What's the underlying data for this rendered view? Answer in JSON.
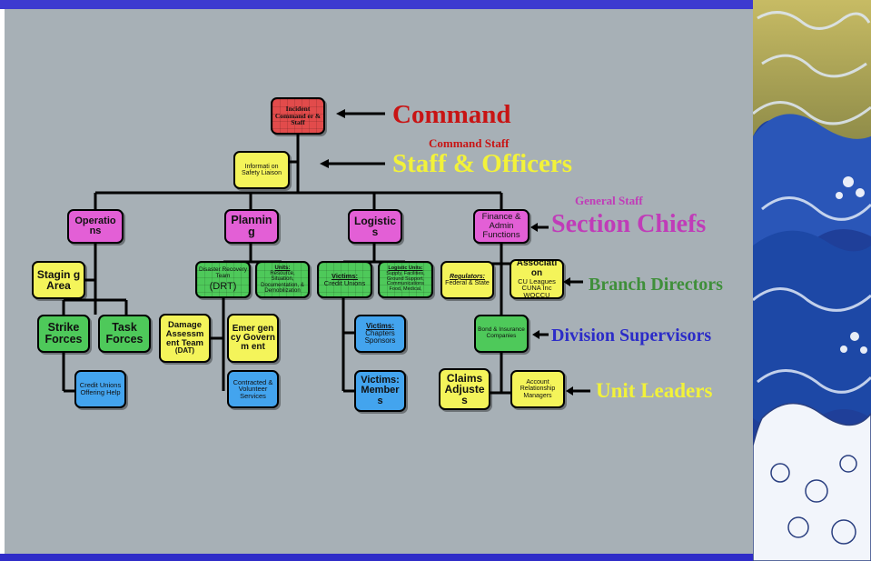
{
  "colors": {
    "slide_bg": "#a7b0b6",
    "top_bar": "#3d3ad0",
    "command": "#e24b4b",
    "section": "#e35fd6",
    "staff": "#f4f45a",
    "branch": "#4ec95a",
    "unit": "#43a4ee",
    "label_command": "#c81414",
    "label_staff": "#f2f23a",
    "label_section": "#c03cb8",
    "label_branch": "#3f8f3a",
    "label_division": "#2c2cc8",
    "label_unit": "#f2f23a"
  },
  "nodes": {
    "incident_command": "Incident Command er & Staff",
    "info_safety": "Informati on Safety Liaison",
    "operations": "Operatio ns",
    "planning": "Plannin g",
    "logistics": "Logistic s",
    "finance": "Finance & Admin Functions",
    "staging": "Stagin g Area",
    "strike": "Strike Forces",
    "task": "Task Forces",
    "credit_unions_help": "Credit Unions Offering Help",
    "drt": "Disaster Recovery Team",
    "drt_abbr": "(DRT)",
    "units_label": "Units:",
    "units_text": "Resource, Situation, Documentation, & Demobilization",
    "damage_assessment": "Damage Assessm ent Team",
    "dat_abbr": "(DAT)",
    "emergency_gov": "Emer gen cy Govern m ent",
    "contracted": "Contracted & Volunteer Services",
    "victims_cu_label": "Victims:",
    "victims_cu_text": "Credit Unions",
    "logistic_units_label": "Logistic Units:",
    "logistic_units_text": "Supply, Facilities, Ground Support, Communications Food, Medical,",
    "victims_chapters_label": "Victims:",
    "victims_chapters_text": "Chapters Sponsors",
    "victims_members": "Victims: Member s",
    "regulators_label": "Regulators:",
    "regulators_text": "Federal & State",
    "associations_title": "Associati on",
    "associations_text": "CU Leagues CUNA Inc WOCCU",
    "bond_insurance": "Bond & Insurance Companies",
    "claims_adjusters": "Claims Adjuste s",
    "account_managers": "Account Relationship Managers"
  },
  "labels": {
    "command": "Command",
    "command_staff": "Command Staff",
    "staff_officers": "Staff & Officers",
    "general_staff": "General Staff",
    "section_chiefs": "Section Chiefs",
    "branch_directors": "Branch Directors",
    "division_supervisors": "Division Supervisors",
    "unit_leaders": "Unit Leaders"
  }
}
